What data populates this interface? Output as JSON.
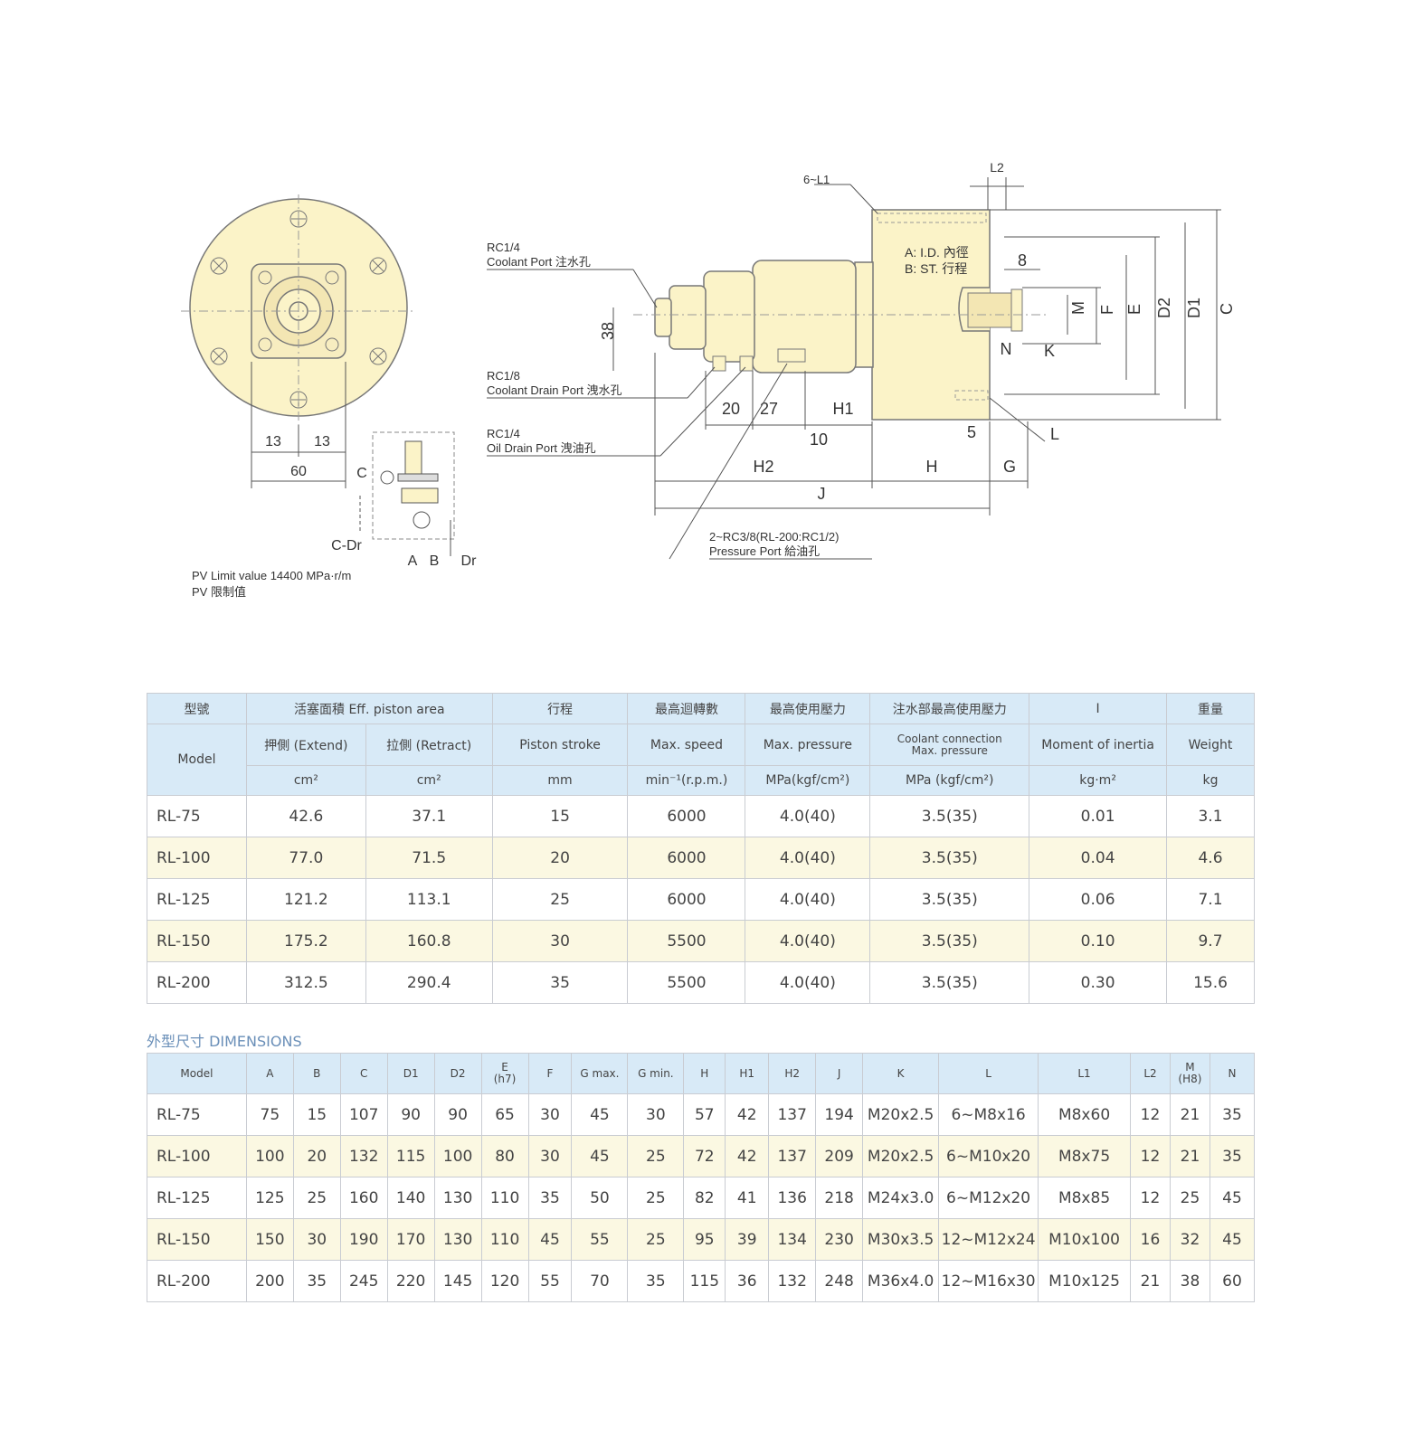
{
  "drawing": {
    "front_dims": {
      "d13a": "13",
      "d13b": "13",
      "d60": "60"
    },
    "side_labels": {
      "coolant_port_code": "RC1/4",
      "coolant_port_name": "Coolant Port 注水孔",
      "coolant_drain_code": "RC1/8",
      "coolant_drain_name": "Coolant Drain Port 洩水孔",
      "oil_drain_code": "RC1/4",
      "oil_drain_name": "Oil Drain Port 洩油孔",
      "pressure_port_code": "2~RC3/8(RL-200:RC1/2)",
      "pressure_port_name": "Pressure Port 給油孔",
      "note_a": "A: I.D. 內徑",
      "note_b": "B: ST. 行程",
      "six_l1": "6~L1"
    },
    "dims": {
      "L2": "L2",
      "v8": "8",
      "M": "M",
      "F": "F",
      "E": "E",
      "D2": "D2",
      "D1": "D1",
      "C": "C",
      "N": "N",
      "K": "K",
      "L": "L",
      "v5": "5",
      "G": "G",
      "H": "H",
      "J": "J",
      "H2": "H2",
      "H1": "H1",
      "v20": "20",
      "v27": "27",
      "v10": "10",
      "v38": "38"
    },
    "circuit": {
      "C": "C",
      "C_Dr": "C-Dr",
      "A": "A",
      "B": "B",
      "Dr": "Dr"
    },
    "pv_note_en": "PV Limit value 14400 MPa·r/m",
    "pv_note_cn": "PV 限制值"
  },
  "spec_table": {
    "h_model_cn": "型號",
    "h_model_en": "Model",
    "h_area": "活塞面積 Eff. piston area",
    "h_extend": "押側 (Extend)",
    "h_retract": "拉側 (Retract)",
    "h_stroke_cn": "行程",
    "h_stroke_en": "Piston stroke",
    "h_speed_cn": "最高迴轉數",
    "h_speed_en": "Max. speed",
    "h_pres_cn": "最高使用壓力",
    "h_pres_en": "Max. pressure",
    "h_cool_cn": "注水部最高使用壓力",
    "h_cool_en1": "Coolant connection",
    "h_cool_en2": "Max. pressure",
    "h_inertia_cn": "I",
    "h_inertia_en": "Moment of inertia",
    "h_weight_cn": "重量",
    "h_weight_en": "Weight",
    "u_extend": "cm²",
    "u_retract": "cm²",
    "u_stroke": "mm",
    "u_speed": "min⁻¹(r.p.m.)",
    "u_pres": "MPa(kgf/cm²)",
    "u_cool": "MPa (kgf/cm²)",
    "u_inertia": "kg·m²",
    "u_weight": "kg",
    "rows": [
      [
        "RL-75",
        "42.6",
        "37.1",
        "15",
        "6000",
        "4.0(40)",
        "3.5(35)",
        "0.01",
        "3.1"
      ],
      [
        "RL-100",
        "77.0",
        "71.5",
        "20",
        "6000",
        "4.0(40)",
        "3.5(35)",
        "0.04",
        "4.6"
      ],
      [
        "RL-125",
        "121.2",
        "113.1",
        "25",
        "6000",
        "4.0(40)",
        "3.5(35)",
        "0.06",
        "7.1"
      ],
      [
        "RL-150",
        "175.2",
        "160.8",
        "30",
        "5500",
        "4.0(40)",
        "3.5(35)",
        "0.10",
        "9.7"
      ],
      [
        "RL-200",
        "312.5",
        "290.4",
        "35",
        "5500",
        "4.0(40)",
        "3.5(35)",
        "0.30",
        "15.6"
      ]
    ]
  },
  "dims_title": "外型尺寸 DIMENSIONS",
  "dims_table": {
    "headers": [
      "Model",
      "A",
      "B",
      "C",
      "D1",
      "D2",
      "E",
      "F",
      "G max.",
      "G min.",
      "H",
      "H1",
      "H2",
      "J",
      "K",
      "L",
      "L1",
      "L2",
      "M",
      "N"
    ],
    "header_subs": {
      "E": "(h7)",
      "M": "(H8)"
    },
    "rows": [
      [
        "RL-75",
        "75",
        "15",
        "107",
        "90",
        "90",
        "65",
        "30",
        "45",
        "30",
        "57",
        "42",
        "137",
        "194",
        "M20x2.5",
        "6~M8x16",
        "M8x60",
        "12",
        "21",
        "35"
      ],
      [
        "RL-100",
        "100",
        "20",
        "132",
        "115",
        "100",
        "80",
        "30",
        "45",
        "25",
        "72",
        "42",
        "137",
        "209",
        "M20x2.5",
        "6~M10x20",
        "M8x75",
        "12",
        "21",
        "35"
      ],
      [
        "RL-125",
        "125",
        "25",
        "160",
        "140",
        "130",
        "110",
        "35",
        "50",
        "25",
        "82",
        "41",
        "136",
        "218",
        "M24x3.0",
        "6~M12x20",
        "M8x85",
        "12",
        "25",
        "45"
      ],
      [
        "RL-150",
        "150",
        "30",
        "190",
        "170",
        "130",
        "110",
        "45",
        "55",
        "25",
        "95",
        "39",
        "134",
        "230",
        "M30x3.5",
        "12~M12x24",
        "M10x100",
        "16",
        "32",
        "45"
      ],
      [
        "RL-200",
        "200",
        "35",
        "245",
        "220",
        "145",
        "120",
        "55",
        "70",
        "35",
        "115",
        "36",
        "132",
        "248",
        "M36x4.0",
        "12~M16x30",
        "M10x125",
        "21",
        "38",
        "60"
      ]
    ]
  }
}
